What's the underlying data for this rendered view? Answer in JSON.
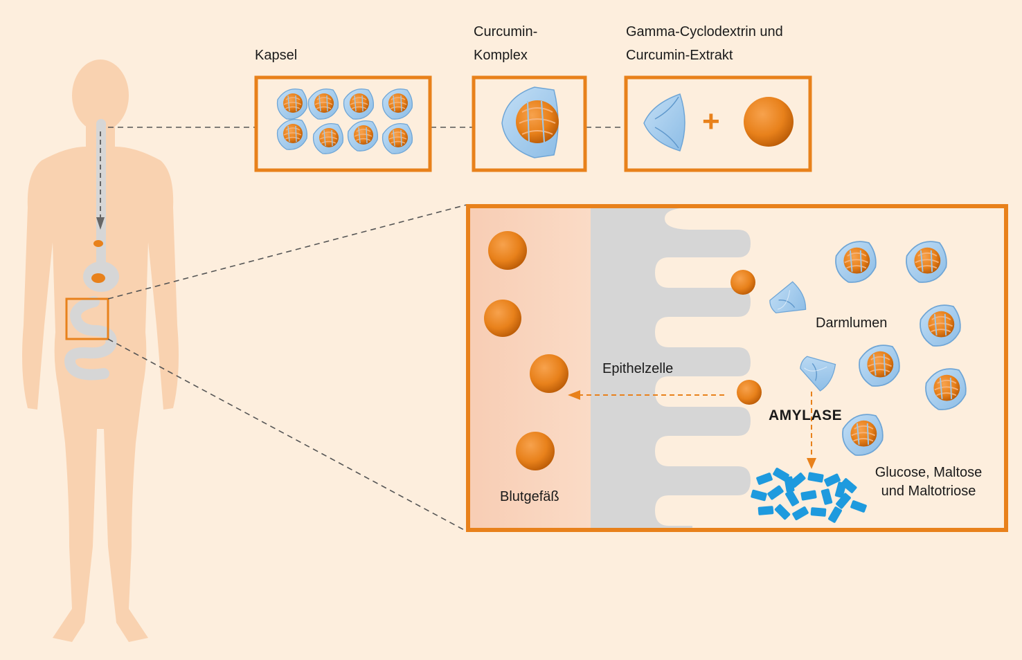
{
  "labels": {
    "capsule": "Kapsel",
    "complex_line1": "Curcumin-",
    "complex_line2": "Komplex",
    "parts_line1": "Gamma-Cyclodextrin und",
    "parts_line2": "Curcumin-Extrakt",
    "plus": "+",
    "epithelium": "Epithelzelle",
    "lumen": "Darmlumen",
    "enzyme": "AMYLASE",
    "sugars_line1": "Glucose, Maltose",
    "sugars_line2": "und Maltotriose",
    "vessel": "Blutgefäß"
  },
  "colors": {
    "background": "#fdeedd",
    "body": "#f9d2b0",
    "frame": "#e8811b",
    "curcumin": "#e8811b",
    "cyclodextrin": "#9cc8ec",
    "sugar": "#1e9ade",
    "epithelium": "#d6d6d6",
    "vessel": "#f9d2b8",
    "guide_line": "#555555"
  },
  "icons": {
    "curcumin": "orange-sphere",
    "cyclodextrin": "blue-cone",
    "complex": "sphere-in-cone",
    "sugar": "blue-crystal"
  }
}
